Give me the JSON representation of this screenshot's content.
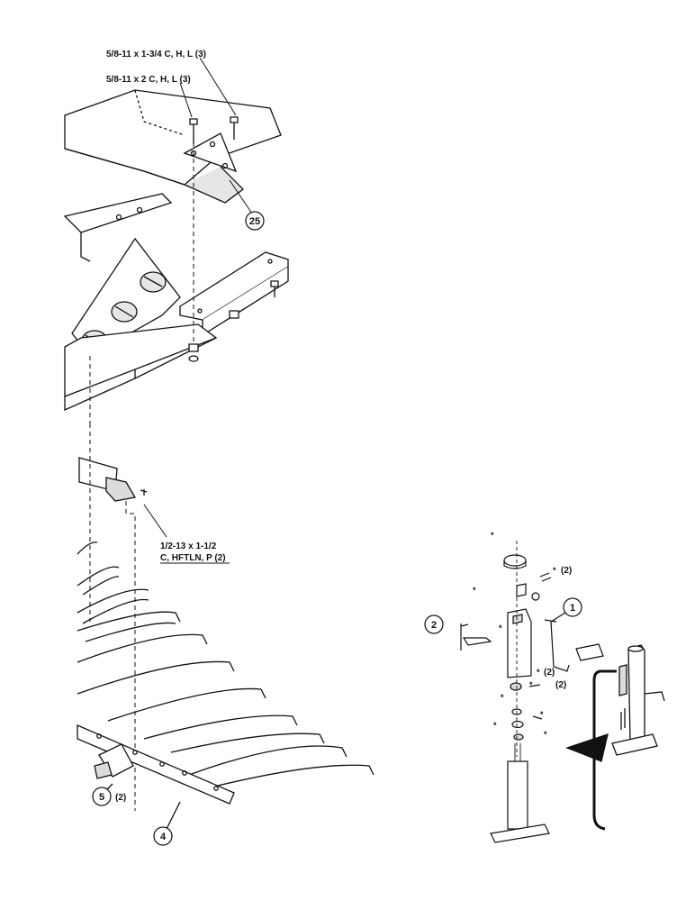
{
  "labels": {
    "bolt_upper": "5/8-11 x 1-3/4 C, H, L (3)",
    "bolt_lower": "5/8-11 x 2 C, H, L (3)",
    "bolt_mid_line1": "1/2-13 x 1-1/2",
    "bolt_mid_line2": "C, HFTLN, P (2)",
    "qty_2": "(2)",
    "asterisk": "*"
  },
  "callouts": {
    "c25": "25",
    "c5": "5",
    "c4": "4",
    "c1": "1",
    "c2": "2"
  },
  "colors": {
    "line": "#111111",
    "fill": "#ffffff",
    "shade": "#d8d8d8"
  }
}
